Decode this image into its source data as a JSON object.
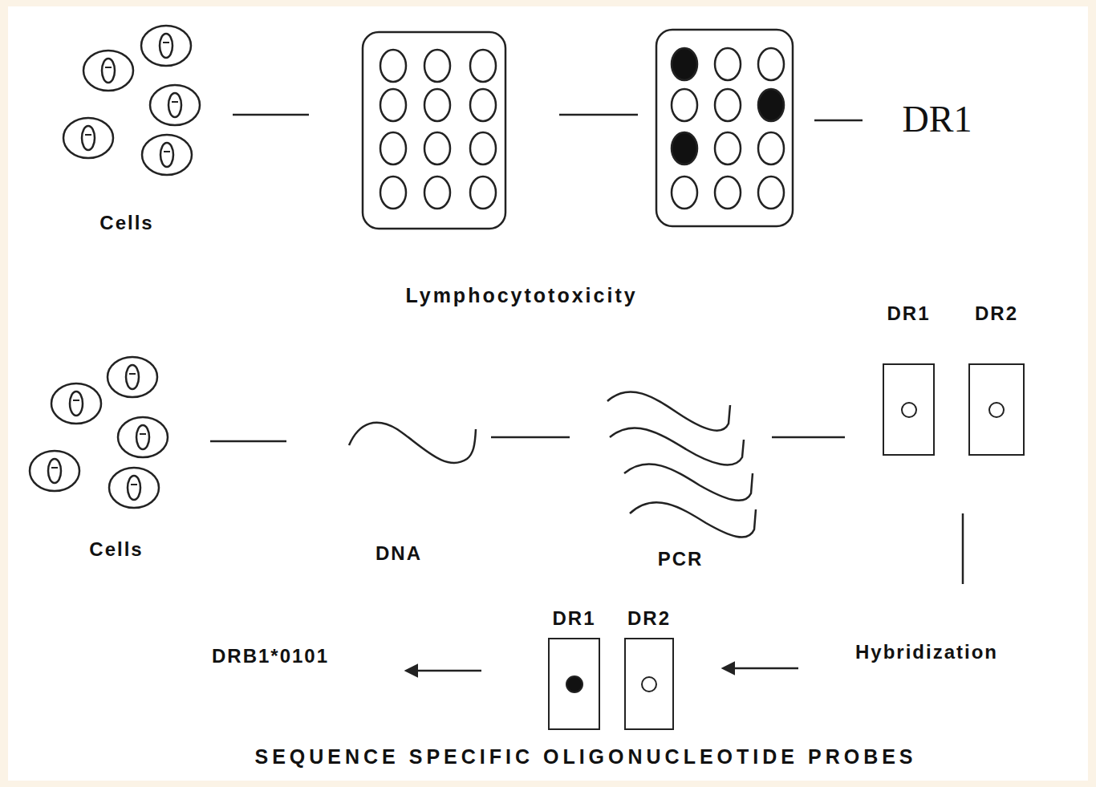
{
  "diagram": {
    "caption": "SEQUENCE SPECIFIC OLIGONUCLEOTIDE PROBES",
    "nodes": [
      {
        "text": [
          "DR1"
        ]
      },
      {
        "text": [
          "DR2"
        ]
      },
      {
        "text": [
          "DR1"
        ]
      },
      {
        "text": [
          "DR2"
        ]
      }
    ],
    "labels": [
      "Cells",
      "DR1",
      "Lymphocytotoxicity",
      "Cells",
      "DNA",
      "PCR",
      "Hybridization",
      "DRB1*0101"
    ]
  }
}
